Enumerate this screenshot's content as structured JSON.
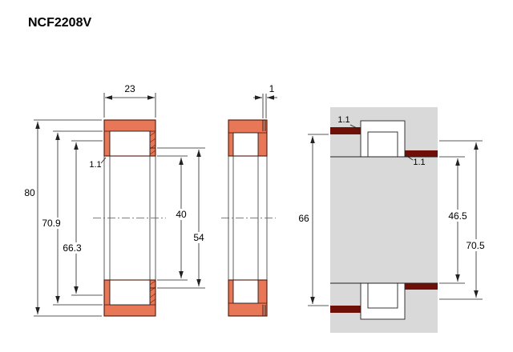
{
  "title": "NCF2208V",
  "colors": {
    "ring_section": "#E77757",
    "ring_outline": "#7A2410",
    "dark_ring": "#6F1008",
    "housing_gray": "#D9D9D9",
    "line": "#222222",
    "text": "#000000"
  },
  "left_view": {
    "dim_width": "23",
    "dim_outer_diameter": "80",
    "dim_70_9": "70.9",
    "dim_66_3": "66.3",
    "dim_bore": "40",
    "dim_54": "54",
    "dim_chamfer": "1.1"
  },
  "middle_view": {
    "dim_1": "1"
  },
  "right_view": {
    "dim_fillet_left": "1.1",
    "dim_fillet_right": "1.1",
    "dim_66": "66",
    "dim_46_5": "46.5",
    "dim_70_5": "70.5"
  }
}
